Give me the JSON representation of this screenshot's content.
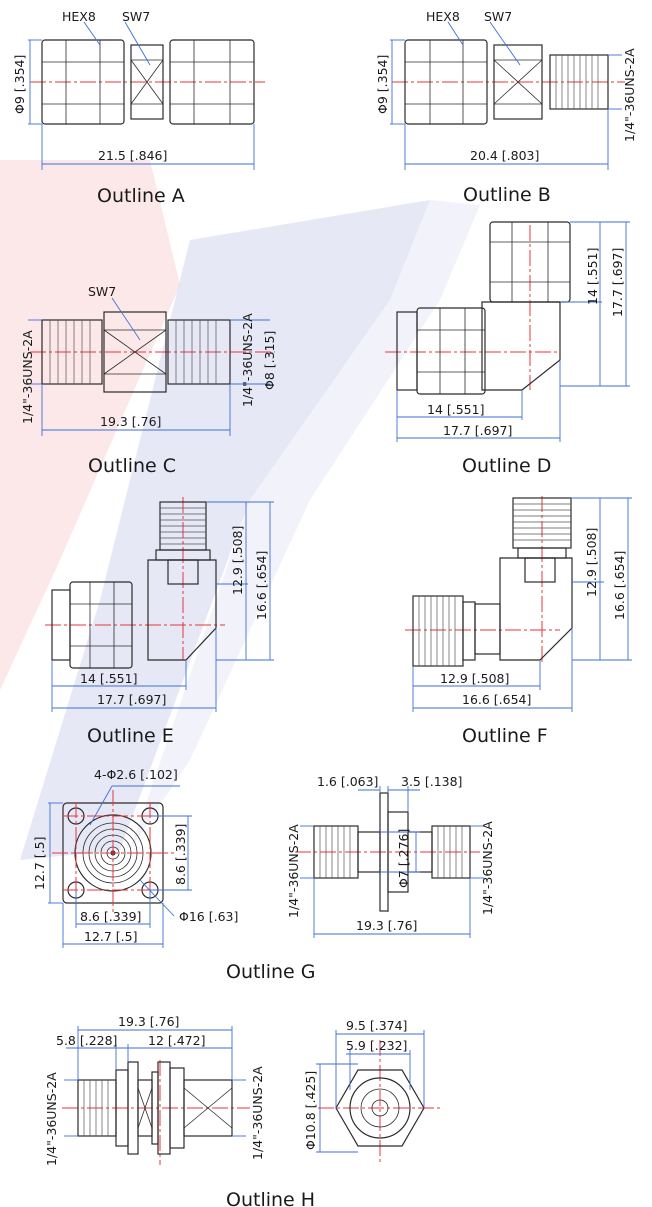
{
  "colors": {
    "outline": "#2b2b2b",
    "dimension": "#3d6fd6",
    "centerline": "#e8343c",
    "watermark_red": "#f5c6c6",
    "watermark_blue": "#c9cbe8"
  },
  "outline_a": {
    "caption": "Outline A",
    "hex": "HEX8",
    "sw": "SW7",
    "dia": "Φ9 [.354]",
    "length": "21.5 [.846]"
  },
  "outline_b": {
    "caption": "Outline B",
    "hex": "HEX8",
    "sw": "SW7",
    "dia": "Φ9 [.354]",
    "thread": "1/4\"-36UNS-2A",
    "length": "20.4 [.803]"
  },
  "outline_c": {
    "caption": "Outline C",
    "sw": "SW7",
    "thread_left": "1/4\"-36UNS-2A",
    "thread_right": "1/4\"-36UNS-2A",
    "dia": "Φ8 [.315]",
    "length": "19.3 [.76]"
  },
  "outline_d": {
    "caption": "Outline D",
    "v1": "14 [.551]",
    "v2": "17.7 [.697]",
    "h1": "14 [.551]",
    "h2": "17.7 [.697]"
  },
  "outline_e": {
    "caption": "Outline E",
    "v1": "12.9 [.508]",
    "v2": "16.6 [.654]",
    "h1": "14 [.551]",
    "h2": "17.7 [.697]"
  },
  "outline_f": {
    "caption": "Outline F",
    "v1": "12.9 [.508]",
    "v2": "16.6 [.654]",
    "h1": "12.9 [.508]",
    "h2": "16.6 [.654]"
  },
  "outline_g": {
    "caption": "Outline G",
    "holes": "4-Φ2.6 [.102]",
    "sq_v": "12.7 [.5]",
    "pitch_v": "8.6 [.339]",
    "pitch_h": "8.6 [.339]",
    "sq_h": "12.7 [.5]",
    "flange": "Φ16 [.63]",
    "t1": "1.6 [.063]",
    "t2": "3.5 [.138]",
    "thread_left": "1/4\"-36UNS-2A",
    "thread_right": "1/4\"-36UNS-2A",
    "dia": "Φ7 [.276]",
    "length": "19.3 [.76]"
  },
  "outline_h": {
    "caption": "Outline H",
    "length": "19.3 [.76]",
    "l1": "5.8 [.228]",
    "l2": "12 [.472]",
    "thread_left": "1/4\"-36UNS-2A",
    "thread_right": "1/4\"-36UNS-2A",
    "w1": "9.5 [.374]",
    "w2": "5.9 [.232]",
    "dia": "Φ10.8 [.425]"
  }
}
